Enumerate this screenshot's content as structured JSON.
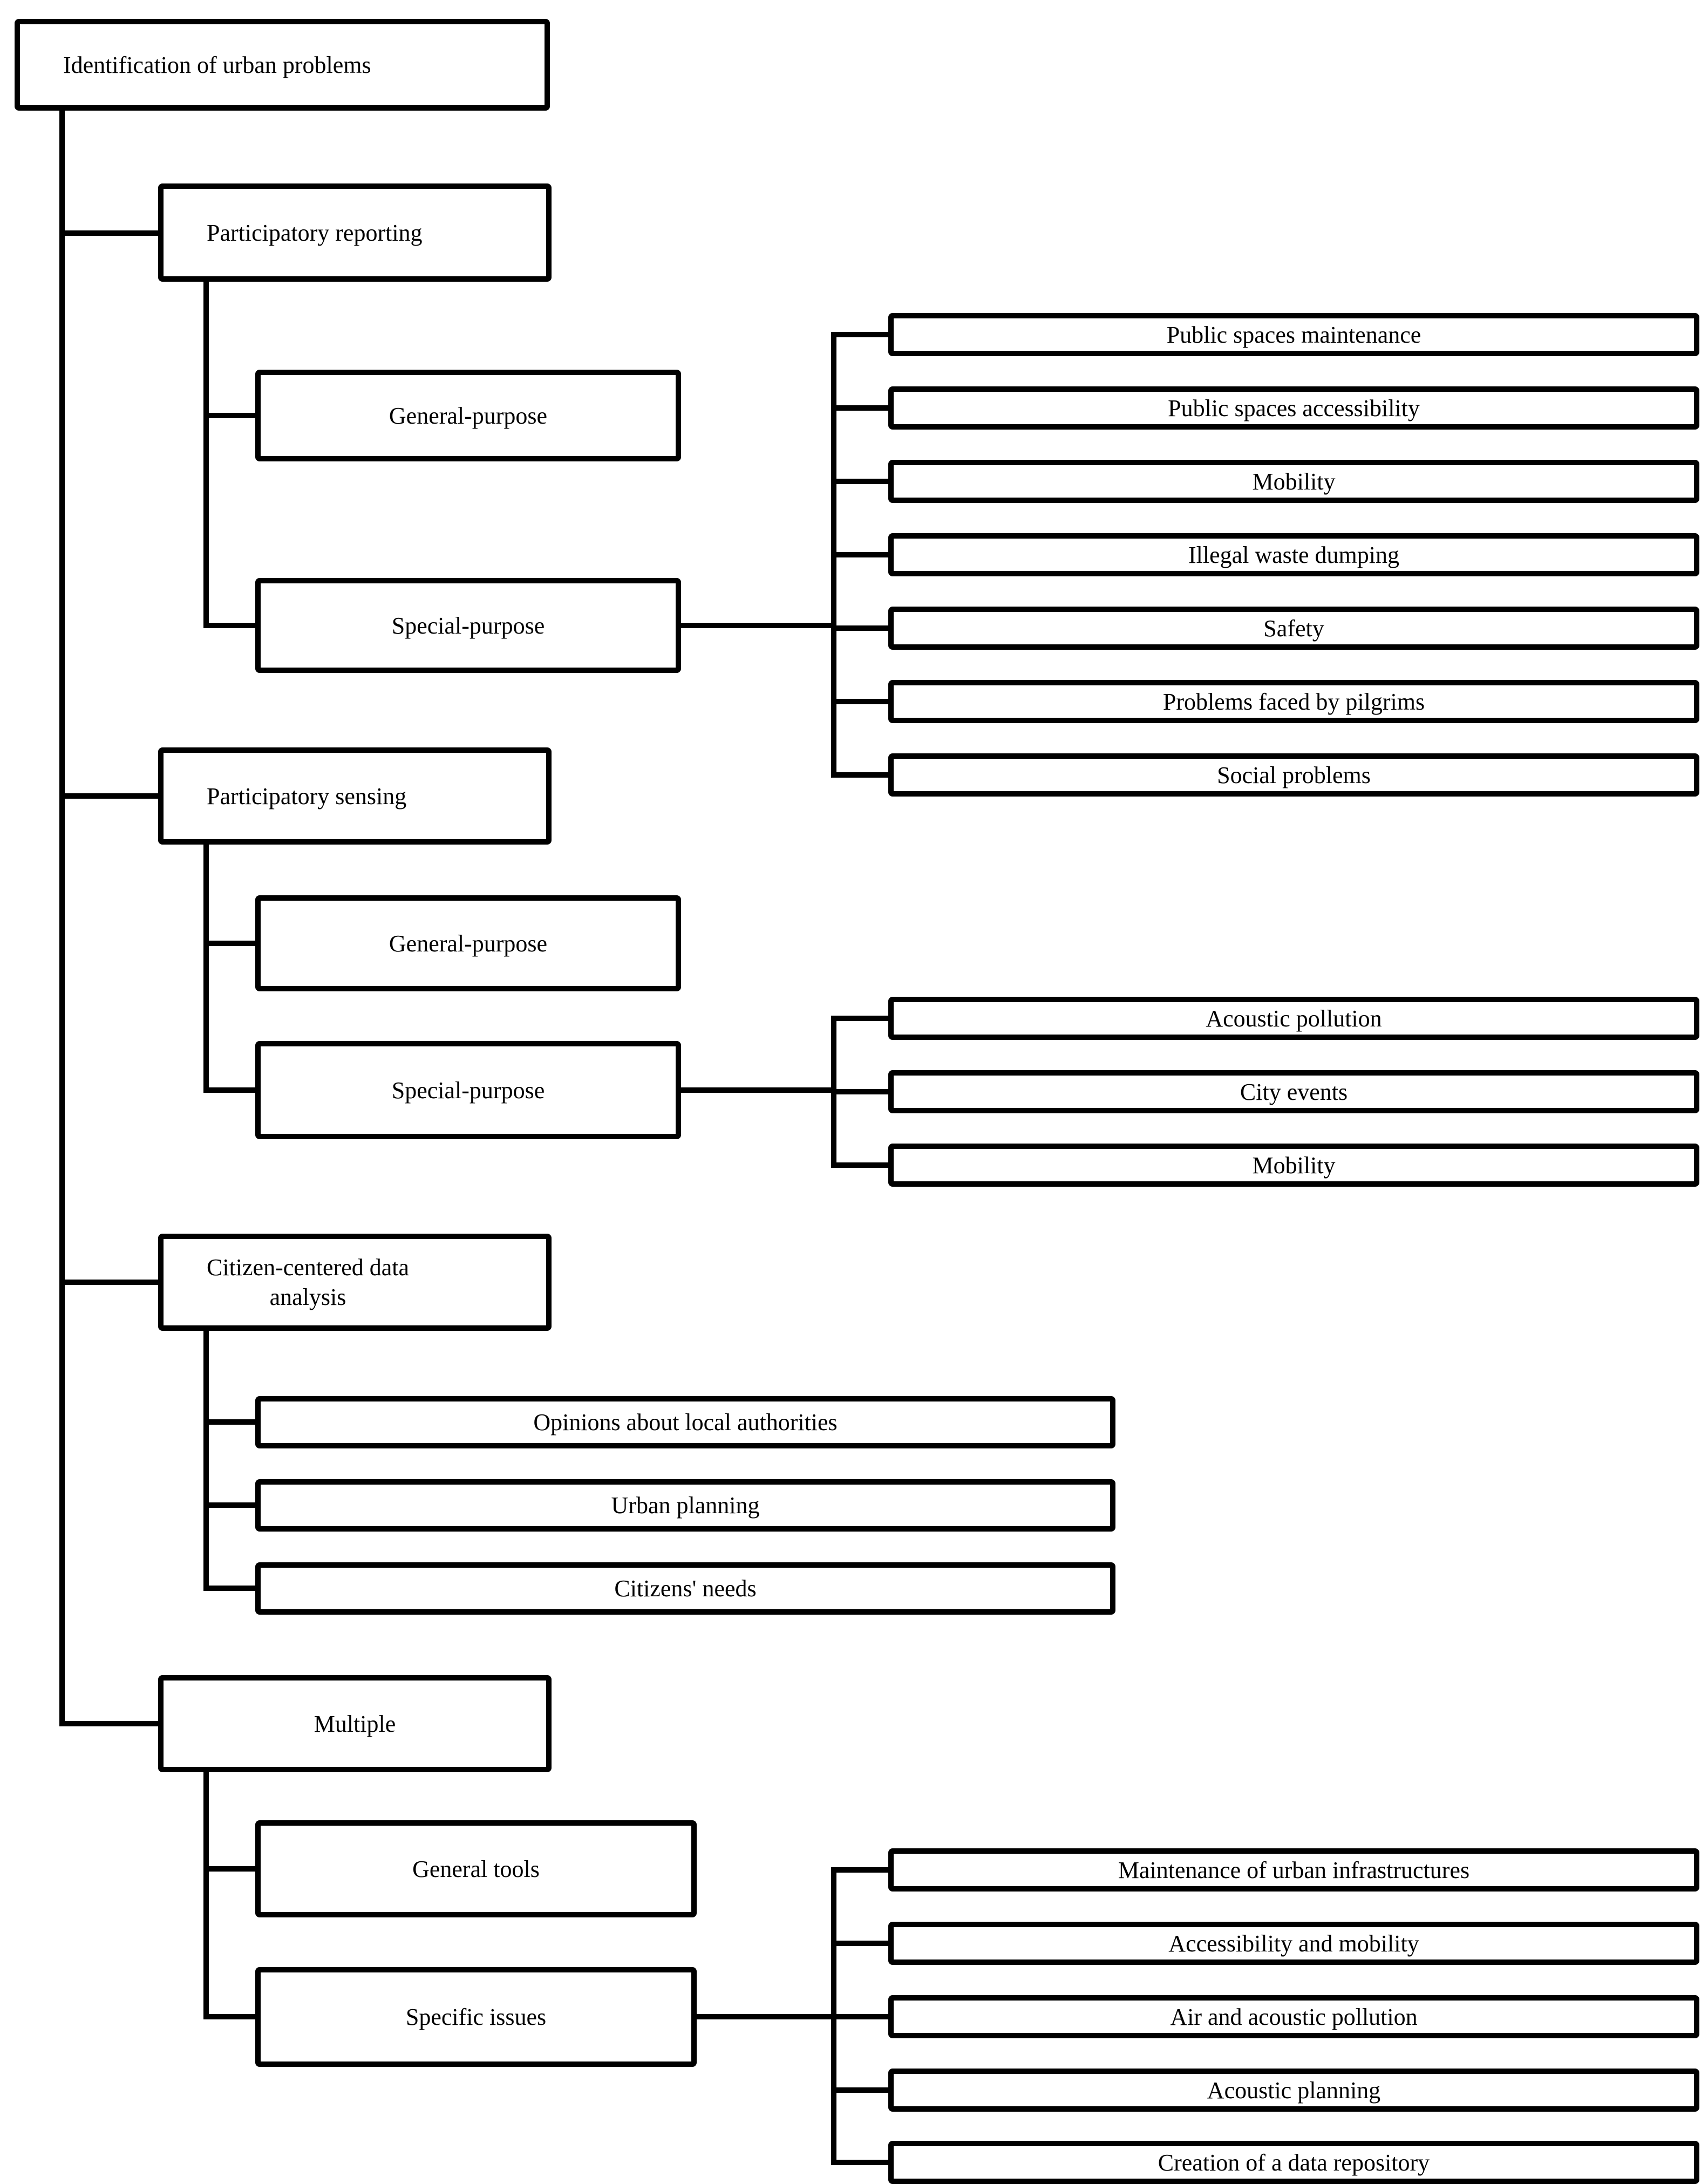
{
  "diagram": {
    "root": {
      "label": "Identification of urban problems"
    },
    "branches": [
      {
        "label": "Participatory reporting",
        "children": [
          {
            "label": "General-purpose"
          },
          {
            "label": "Special-purpose",
            "leaves": [
              "Public spaces maintenance",
              "Public spaces accessibility",
              "Mobility",
              "Illegal waste dumping",
              "Safety",
              "Problems faced by pilgrims",
              "Social problems"
            ]
          }
        ]
      },
      {
        "label": "Participatory sensing",
        "children": [
          {
            "label": "General-purpose"
          },
          {
            "label": "Special-purpose",
            "leaves": [
              "Acoustic pollution",
              "City events",
              "Mobility"
            ]
          }
        ]
      },
      {
        "label": "Citizen-centered data\nanalysis",
        "children": [
          {
            "label": "Opinions about local authorities"
          },
          {
            "label": "Urban planning"
          },
          {
            "label": "Citizens' needs"
          }
        ]
      },
      {
        "label": "Multiple",
        "children": [
          {
            "label": "General tools"
          },
          {
            "label": "Specific issues",
            "leaves": [
              "Maintenance of urban infrastructures",
              "Accessibility and mobility",
              "Air and acoustic pollution",
              "Acoustic planning",
              "Creation of a data repository"
            ]
          }
        ]
      }
    ]
  }
}
